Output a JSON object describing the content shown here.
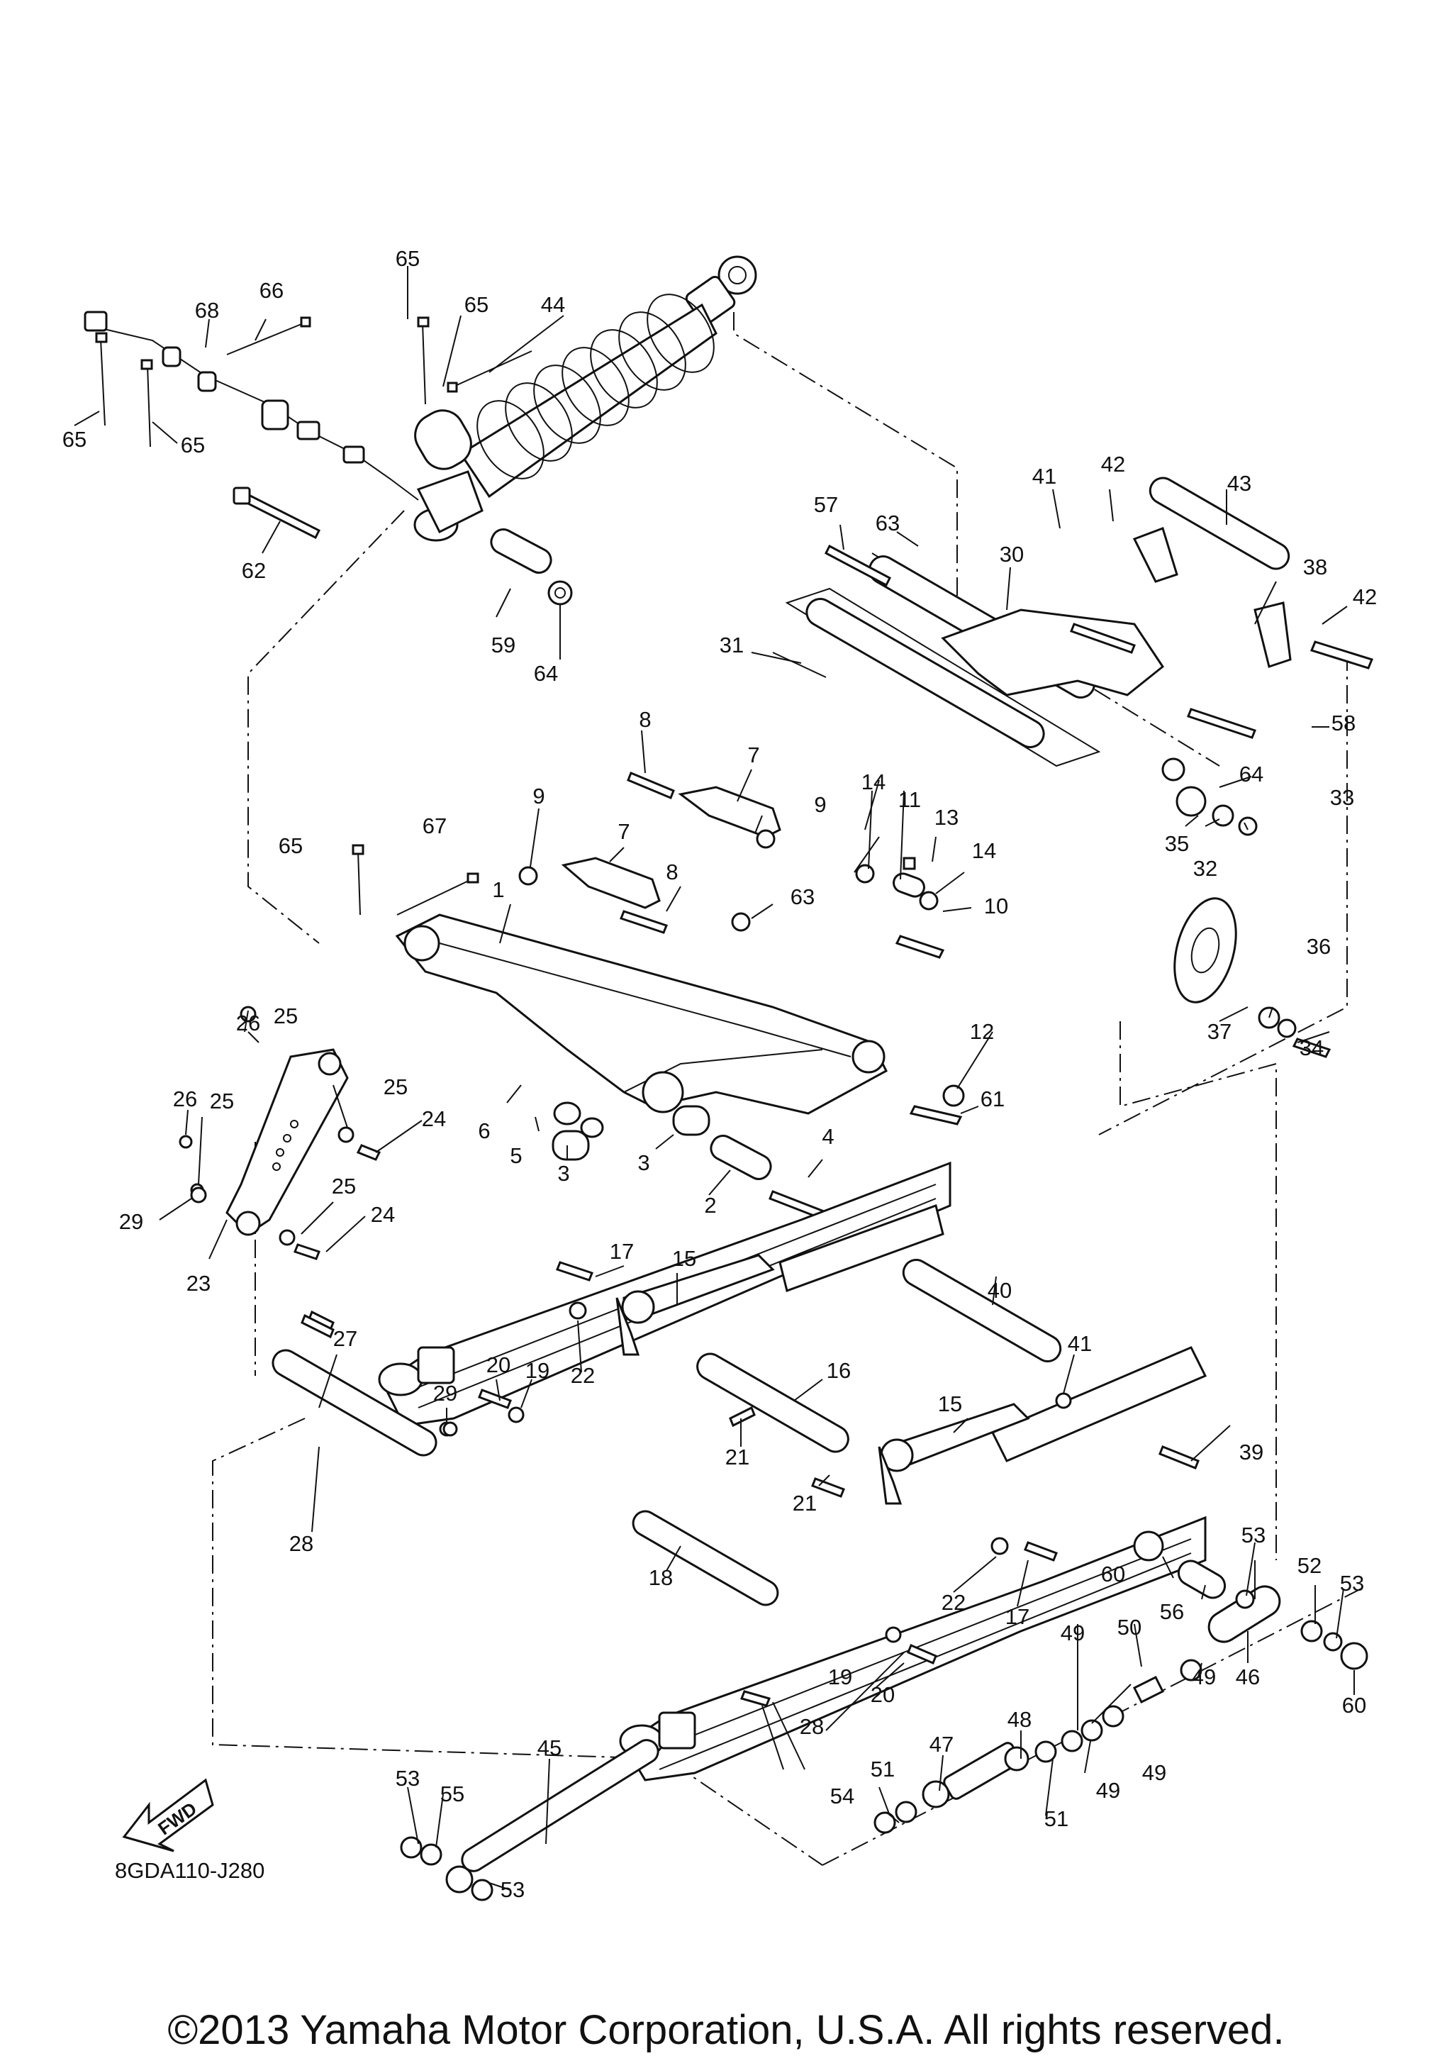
{
  "diagram_code": "8GDA110-J280",
  "copyright": "©2013 Yamaha Motor Corporation, U.S.A. All rights reserved.",
  "fwd_label": "FWD",
  "callouts": {
    "c1": "1",
    "c2": "2",
    "c3a": "3",
    "c3b": "3",
    "c4": "4",
    "c5": "5",
    "c6": "6",
    "c7a": "7",
    "c7b": "7",
    "c8a": "8",
    "c8b": "8",
    "c9a": "9",
    "c9b": "9",
    "c10": "10",
    "c11": "11",
    "c12": "12",
    "c13": "13",
    "c14a": "14",
    "c14b": "14",
    "c15a": "15",
    "c15b": "15",
    "c16": "16",
    "c17a": "17",
    "c17b": "17",
    "c18": "18",
    "c19a": "19",
    "c19b": "19",
    "c20a": "20",
    "c20b": "20",
    "c21a": "21",
    "c21b": "21",
    "c22a": "22",
    "c22b": "22",
    "c23": "23",
    "c24a": "24",
    "c24b": "24",
    "c25a": "25",
    "c25b": "25",
    "c25c": "25",
    "c25d": "25",
    "c26a": "26",
    "c26b": "26",
    "c27": "27",
    "c28a": "28",
    "c28b": "28",
    "c29a": "29",
    "c29b": "29",
    "c30": "30",
    "c31": "31",
    "c32": "32",
    "c33": "33",
    "c34": "34",
    "c35": "35",
    "c36": "36",
    "c37": "37",
    "c38": "38",
    "c39": "39",
    "c40": "40",
    "c41a": "41",
    "c41b": "41",
    "c42a": "42",
    "c42b": "42",
    "c43": "43",
    "c44": "44",
    "c45": "45",
    "c46": "46",
    "c47": "47",
    "c48": "48",
    "c49a": "49",
    "c49b": "49",
    "c49c": "49",
    "c49d": "49",
    "c50": "50",
    "c51a": "51",
    "c51b": "51",
    "c52": "52",
    "c53a": "53",
    "c53b": "53",
    "c53c": "53",
    "c53d": "53",
    "c54": "54",
    "c55": "55",
    "c56": "56",
    "c57": "57",
    "c58": "58",
    "c59": "59",
    "c60a": "60",
    "c60b": "60",
    "c61": "61",
    "c62": "62",
    "c63a": "63",
    "c63b": "63",
    "c64a": "64",
    "c64b": "64",
    "c65a": "65",
    "c65b": "65",
    "c65c": "65",
    "c65d": "65",
    "c65e": "65",
    "c66": "66",
    "c67": "67",
    "c68": "68"
  }
}
